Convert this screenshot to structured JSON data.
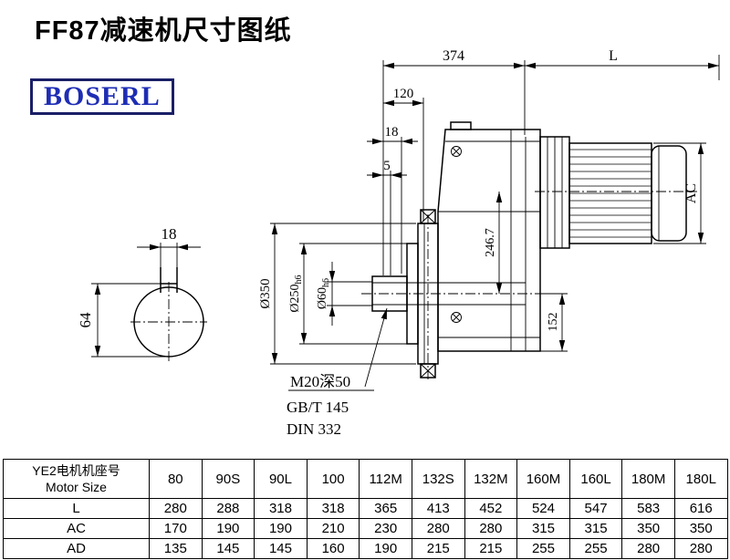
{
  "page": {
    "title": "FF87减速机尺寸图纸"
  },
  "logo": {
    "text": "BOSERL",
    "color": "#1e2db4"
  },
  "drawing": {
    "dim_374": "374",
    "dim_L": "L",
    "dim_120": "120",
    "dim_18": "18",
    "dim_5": "5",
    "key_width": "18",
    "key_height": "64",
    "dim_AC": "AC",
    "dim_246_7": "246.7",
    "dim_152": "152",
    "dia_350": "Ø350",
    "dia_250": "Ø250",
    "dia_250_tol": "h6",
    "dia_60": "Ø60",
    "dia_60_tol": "h6",
    "note_tap": "M20深50",
    "note_gb": "GB/T 145",
    "note_din": "DIN 332"
  },
  "table": {
    "header": {
      "motor_cn": "YE2电机机座号",
      "motor_en": "Motor Size",
      "sizes": [
        "80",
        "90S",
        "90L",
        "100",
        "112M",
        "132S",
        "132M",
        "160M",
        "160L",
        "180M",
        "180L"
      ]
    },
    "rows": [
      {
        "label": "L",
        "values": [
          "280",
          "288",
          "318",
          "318",
          "365",
          "413",
          "452",
          "524",
          "547",
          "583",
          "616"
        ]
      },
      {
        "label": "AC",
        "values": [
          "170",
          "190",
          "190",
          "210",
          "230",
          "280",
          "280",
          "315",
          "315",
          "350",
          "350"
        ]
      },
      {
        "label": "AD",
        "values": [
          "135",
          "145",
          "145",
          "160",
          "190",
          "215",
          "215",
          "255",
          "255",
          "280",
          "280"
        ]
      }
    ]
  }
}
